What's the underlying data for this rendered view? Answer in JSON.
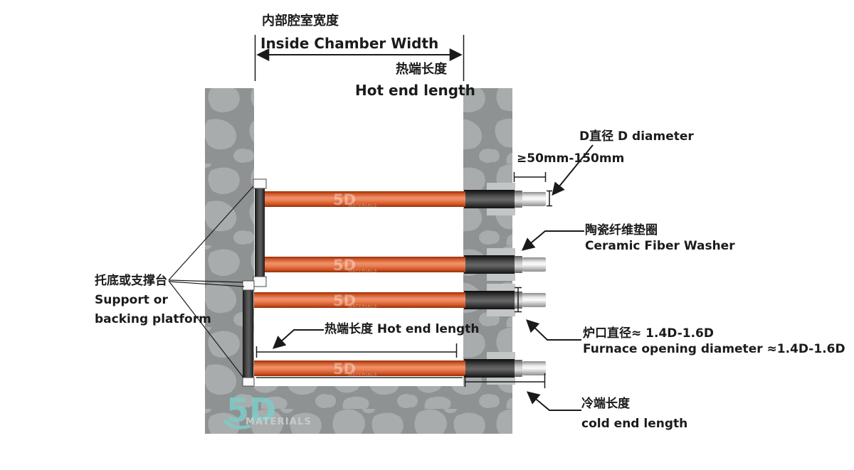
{
  "diagram": {
    "chamber_width": {
      "label_cn": "内部腔室宽度",
      "label_en": "Inside Chamber Width"
    },
    "hot_end_top": {
      "label_cn": "热端长度",
      "label_en": "Hot end length"
    },
    "d_diameter_label": "D直径 D diameter",
    "cold_end_protrusion_range": "≥50mm-150mm",
    "ceramic_washer": {
      "label_cn": "陶瓷纤维垫圈",
      "label_en": "Ceramic Fiber Washer"
    },
    "furnace_opening": {
      "label_cn": "炉口直径≈  1.4D-1.6D",
      "label_en": "Furnace opening diameter ≈1.4D-1.6D"
    },
    "cold_end": {
      "label_cn": "冷端长度",
      "label_en": "cold end length"
    },
    "support": {
      "label_cn": "托底或支撑台",
      "label_en_line1": "Support or",
      "label_en_line2": "backing platform"
    },
    "hot_end_inner_label": "热端长度 Hot end length"
  },
  "watermark": {
    "brand": "5D",
    "name": "MATERIALS"
  },
  "colors": {
    "element_hot_zone": "#e26136",
    "element_cold_sleeve": "#2f2f2f",
    "metal_end": "#e9e9e9",
    "wall_stone": "#a9acac",
    "wall_mortar": "#8f9292",
    "washer_block": "#c3c6c6",
    "brand_teal": "#7ecac6",
    "line": "#1a1a1a"
  }
}
